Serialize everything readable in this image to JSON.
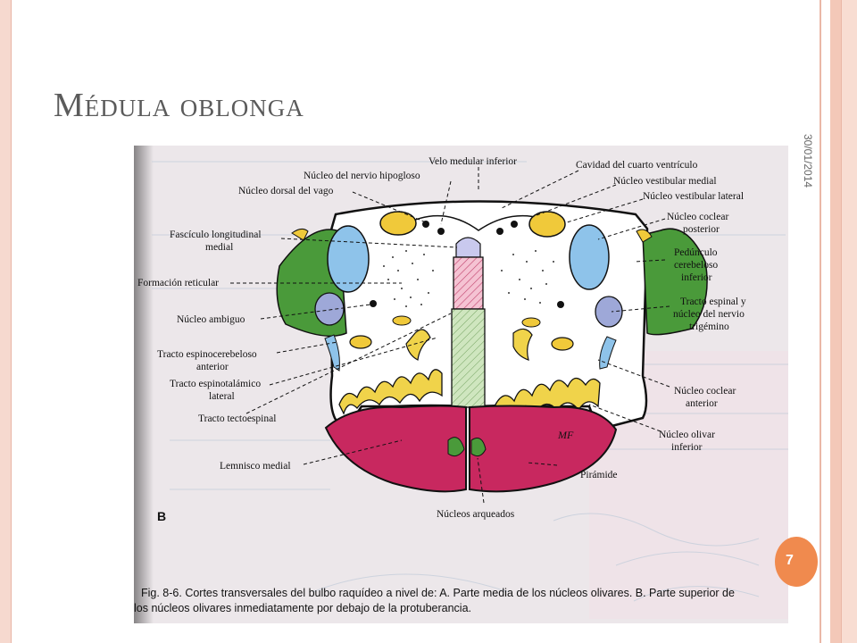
{
  "slide": {
    "title": "Médula oblonga",
    "date": "30/01/2014",
    "slide_number": "7"
  },
  "figure": {
    "panel_letter": "B",
    "caption_line1": "Fig. 8-6. Cortes transversales del bulbo raquídeo a nivel de: A. Parte media de los núcleos olivares. B. Parte superior de",
    "caption_line2": "los núcleos olivares inmediatamente por debajo de la protuberancia.",
    "signature": "MF",
    "labels": {
      "velo_medular": "Velo medular inferior",
      "nucleo_hipogloso": "Núcleo del nervio hipogloso",
      "nucleo_dorsal_vago": "Núcleo dorsal del vago",
      "cavidad_cuarto": "Cavidad del cuarto ventrículo",
      "vestibular_medial": "Núcleo vestibular medial",
      "vestibular_lateral": "Núcleo vestibular lateral",
      "coclear_posterior_1": "Núcleo coclear",
      "coclear_posterior_2": "posterior",
      "fasciculo_1": "Fascículo longitudinal",
      "fasciculo_2": "medial",
      "peduncular_1": "Pedúnculo",
      "peduncular_2": "cerebeloso",
      "peduncular_3": "inferior",
      "formacion_reticular": "Formación reticular",
      "tracto_espinal_1": "Tracto espinal y",
      "tracto_espinal_2": "núcleo del nervio",
      "tracto_espinal_3": "trigémino",
      "nucleo_ambiguo": "Núcleo ambiguo",
      "espinocerebeloso_1": "Tracto espinocerebeloso",
      "espinocerebeloso_2": "anterior",
      "espinotalamico_1": "Tracto espinotalámico",
      "espinotalamico_2": "lateral",
      "tectoespinal": "Tracto tectoespinal",
      "coclear_anterior_1": "Núcleo coclear",
      "coclear_anterior_2": "anterior",
      "olivar_1": "Núcleo olivar",
      "olivar_2": "inferior",
      "lemnisco": "Lemnisco medial",
      "piramide": "Pirámide",
      "arqueados": "Núcleos arqueados"
    }
  },
  "colors": {
    "accent": "#f08a4e",
    "green": "#4a9a3a",
    "blue": "#8ec3ea",
    "yellow": "#f0c93a",
    "magenta": "#c8285f",
    "lavender": "#9ea8d8",
    "pink_hatch": "#f2b3c8",
    "light_green": "#c8e3b6"
  }
}
